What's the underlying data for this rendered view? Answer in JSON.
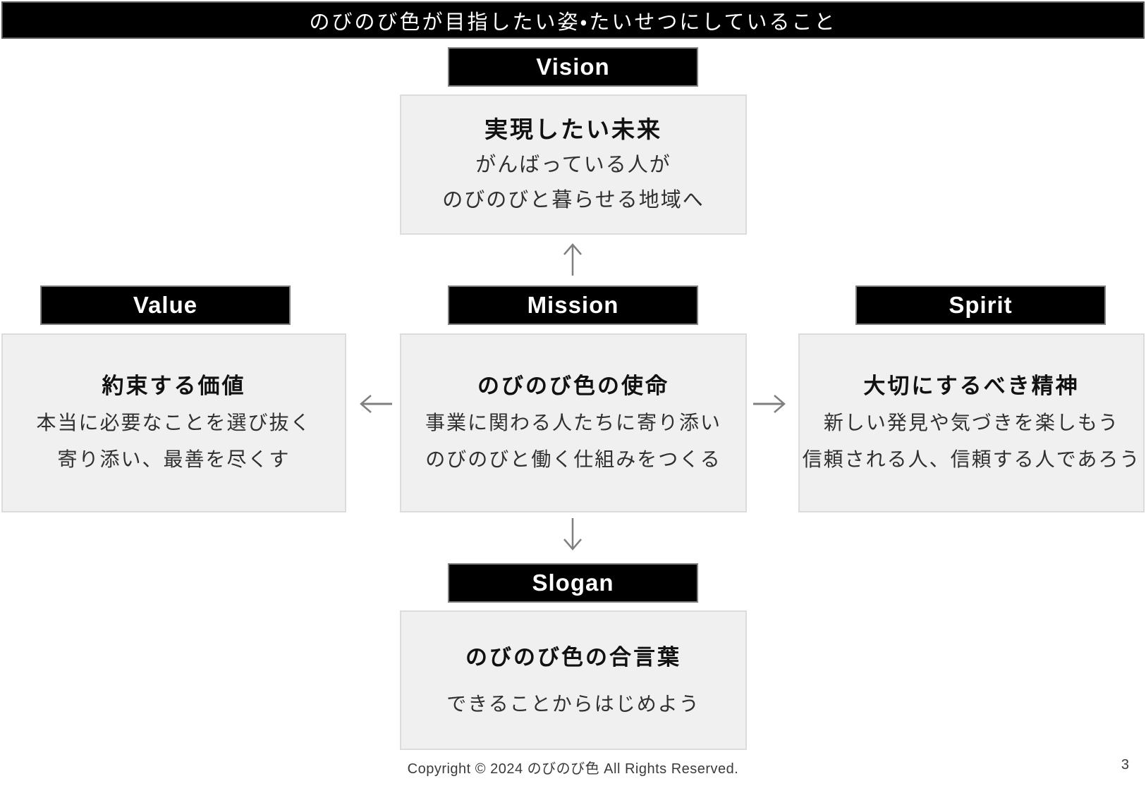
{
  "title": "のびのび色が目指したい姿・たいせつにしていること",
  "sections": {
    "vision": {
      "label": "Vision",
      "heading": "実現したい未来",
      "lines": [
        "がんばっている人が",
        "のびのびと暮らせる地域へ"
      ]
    },
    "value": {
      "label": "Value",
      "heading": "約束する価値",
      "lines": [
        "本当に必要なことを選び抜く",
        "寄り添い、最善を尽くす"
      ]
    },
    "mission": {
      "label": "Mission",
      "heading": "のびのび色の使命",
      "lines": [
        "事業に関わる人たちに寄り添い",
        "のびのびと働く仕組みをつくる"
      ]
    },
    "spirit": {
      "label": "Spirit",
      "heading": "大切にするべき精神",
      "lines": [
        "新しい発見や気づきを楽しもう",
        "信頼される人、信頼する人であろう"
      ]
    },
    "slogan": {
      "label": "Slogan",
      "heading": "のびのび色の合言葉",
      "lines": [
        "できることからはじめよう"
      ]
    }
  },
  "icons": {
    "up_arrow": "↑",
    "down_arrow": "↓",
    "left_arrow": "←",
    "right_arrow": "→"
  },
  "footer": {
    "copyright": "Copyright © 2024 のびのび色 All Rights Reserved.",
    "page_number": "3"
  },
  "colors": {
    "header_bg": "#000000",
    "header_text": "#ffffff",
    "panel_bg": "#f0f0f0",
    "panel_border": "#dcdcdc",
    "arrow": "#7f7f7f"
  }
}
